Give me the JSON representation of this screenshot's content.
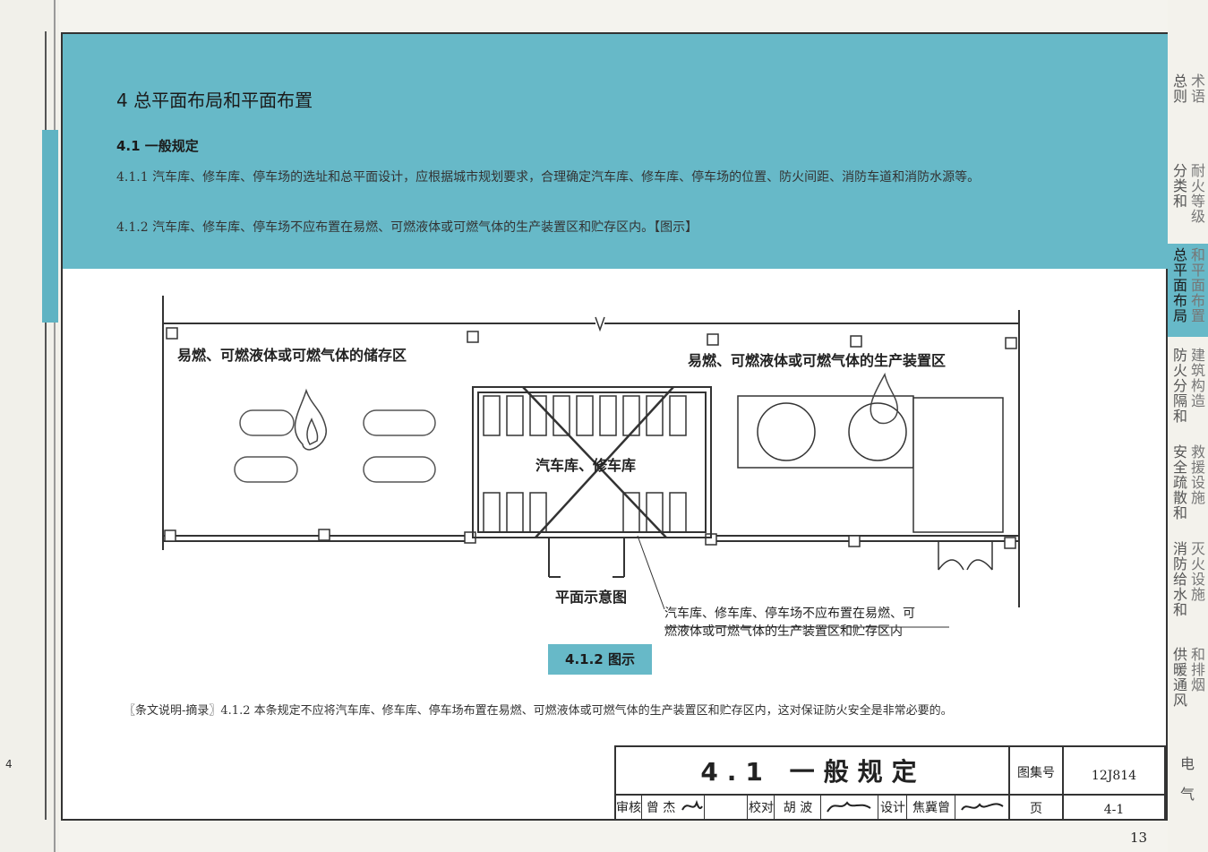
{
  "chapter_title": "4  总平面布局和平面布置",
  "section_title": "4.1  一般规定",
  "clause_1": "4.1.1  汽车库、修车库、停车场的选址和总平面设计，应根据城市规划要求，合理确定汽车库、修车库、停车场的位置、防火间距、消防车道和消防水源等。",
  "clause_2": "4.1.2  汽车库、修车库、停车场不应布置在易燃、可燃液体或可燃气体的生产装置区和贮存区内。【图示】",
  "diagram": {
    "storage_label": "易燃、可燃液体或可燃气体的储存区",
    "production_label": "易燃、可燃液体或可燃气体的生产装置区",
    "garage_label": "汽车库、修车库",
    "plan_label": "平面示意图",
    "note_line1": "汽车库、修车库、停车场不应布置在易燃、可",
    "note_line2": "燃液体或可燃气体的生产装置区和贮存区内"
  },
  "figure_caption": "4.1.2 图示",
  "excerpt": "〖条文说明-摘录〗4.1.2 本条规定不应将汽车库、修车库、停车场布置在易燃、可燃液体或可燃气体的生产装置区和贮存区内，这对保证防火安全是非常必要的。",
  "title_block": {
    "title": "4.1  一般规定",
    "atlas_label": "图集号",
    "atlas_value": "12J814",
    "page_label": "页",
    "page_value": "4-1",
    "review_label": "审核",
    "reviewer": "曾 杰",
    "check_label": "校对",
    "checker": "胡 波",
    "design_label": "设计",
    "designer": "焦冀曾"
  },
  "right_tabs": [
    {
      "a": "总则",
      "b": "术语"
    },
    {
      "a": "分类和",
      "b": "耐火等级"
    },
    {
      "a": "总平面布局",
      "b": "和平面布置"
    },
    {
      "a": "防火分隔和",
      "b": "建筑构造"
    },
    {
      "a": "安全疏散和",
      "b": "救援设施"
    },
    {
      "a": "消防给水和",
      "b": "灭火设施"
    },
    {
      "a": "供暖通风",
      "b": "和排烟"
    },
    {
      "a": "电气",
      "b": ""
    }
  ],
  "left_page_number": "4",
  "page_number": "13",
  "colors": {
    "accent": "#67b9c8"
  }
}
